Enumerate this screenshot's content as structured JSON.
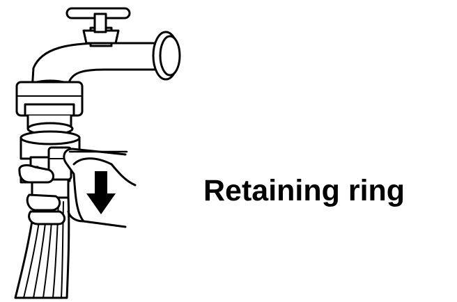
{
  "callout": {
    "label": "Retaining ring"
  },
  "illustration": {
    "subject": "faucet-with-hose-connector",
    "arrow_direction": "down",
    "stroke_color": "#000000",
    "fill_color": "#ffffff"
  }
}
